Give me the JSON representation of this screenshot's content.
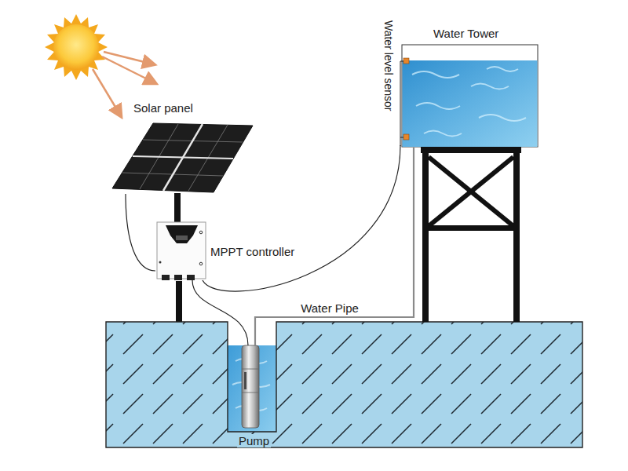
{
  "diagram": {
    "nodes": [
      {
        "text": [
          "Solar panel"
        ]
      },
      {
        "text": [
          "MPPT controller"
        ]
      },
      {
        "text": [
          "Water Tower"
        ]
      },
      {
        "text": [
          "Pump"
        ]
      }
    ],
    "edges": [
      {
        "from": 0,
        "to": 1,
        "arrow": "none"
      },
      {
        "from": 1,
        "to": 3,
        "arrow": "none"
      },
      {
        "from": 1,
        "to": 2,
        "arrow": "none"
      },
      {
        "from": 3,
        "to": 2,
        "label": "Water Pipe",
        "arrow": "none"
      }
    ],
    "labels": [
      "Water level sensor"
    ]
  }
}
